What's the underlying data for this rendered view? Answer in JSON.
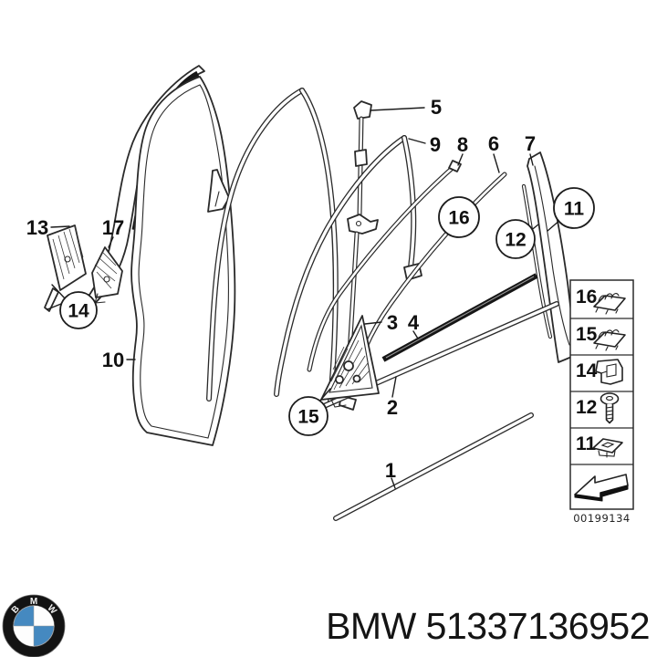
{
  "colors": {
    "ink": "#2a2a2a",
    "shading": "#161616",
    "logo_blue": "#4589c0",
    "logo_ring": "#131313",
    "background": "#ffffff"
  },
  "diagram": {
    "callouts": {
      "n1": "1",
      "n2": "2",
      "n3": "3",
      "n4": "4",
      "n5": "5",
      "n6": "6",
      "n7": "7",
      "n8": "8",
      "n9": "9",
      "n10": "10",
      "n13": "13",
      "n17": "17"
    },
    "circled": {
      "c11": "11",
      "c12": "12",
      "c14": "14",
      "c15": "15",
      "c16": "16"
    }
  },
  "legend": {
    "rows": [
      {
        "label": "16",
        "icon": "spring-clip-icon"
      },
      {
        "label": "15",
        "icon": "spring-clip-icon"
      },
      {
        "label": "14",
        "icon": "clamp-bracket-icon"
      },
      {
        "label": "12",
        "icon": "screw-icon"
      },
      {
        "label": "11",
        "icon": "flat-clip-icon"
      },
      {
        "label": "",
        "icon": "direction-arrow-icon"
      }
    ],
    "caption": "00199134"
  },
  "footer": {
    "logo_letters": [
      "B",
      "M",
      "W"
    ],
    "text": "BMW 51337136952"
  }
}
